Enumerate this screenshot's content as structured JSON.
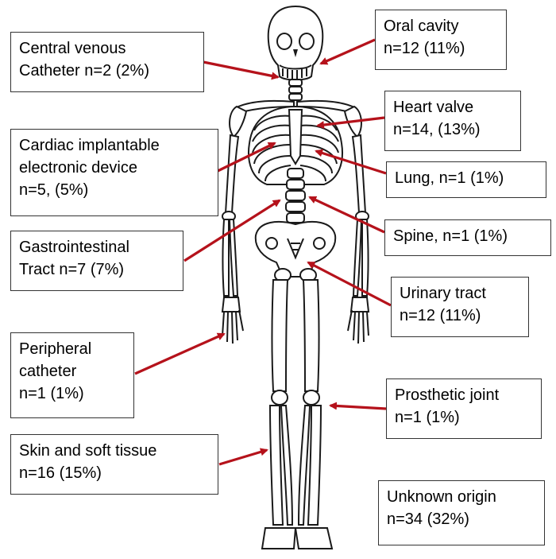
{
  "colors": {
    "arrow": "#b5121b",
    "box_border": "#333333",
    "outline": "#1a1a1a",
    "background": "#ffffff"
  },
  "labels": {
    "central_venous": [
      "Central venous",
      "Catheter n=2 (2%)"
    ],
    "oral_cavity": [
      "Oral cavity",
      "n=12 (11%)"
    ],
    "heart_valve": [
      "Heart valve",
      "n=14, (13%)"
    ],
    "cardiac_device": [
      "Cardiac implantable",
      "electronic device",
      "n=5, (5%)"
    ],
    "lung": [
      "Lung, n=1 (1%)"
    ],
    "gastrointestinal": [
      "Gastrointestinal",
      "Tract n=7 (7%)"
    ],
    "spine": [
      "Spine, n=1 (1%)"
    ],
    "urinary_tract": [
      "Urinary tract",
      "n=12 (11%)"
    ],
    "peripheral_catheter": [
      "Peripheral",
      "catheter",
      "n=1 (1%)"
    ],
    "prosthetic_joint": [
      "Prosthetic joint",
      "n=1 (1%)"
    ],
    "skin_soft_tissue": [
      "Skin and soft tissue",
      "n=16 (15%)"
    ],
    "unknown_origin": [
      "Unknown  origin",
      "n=34 (32%)"
    ]
  }
}
